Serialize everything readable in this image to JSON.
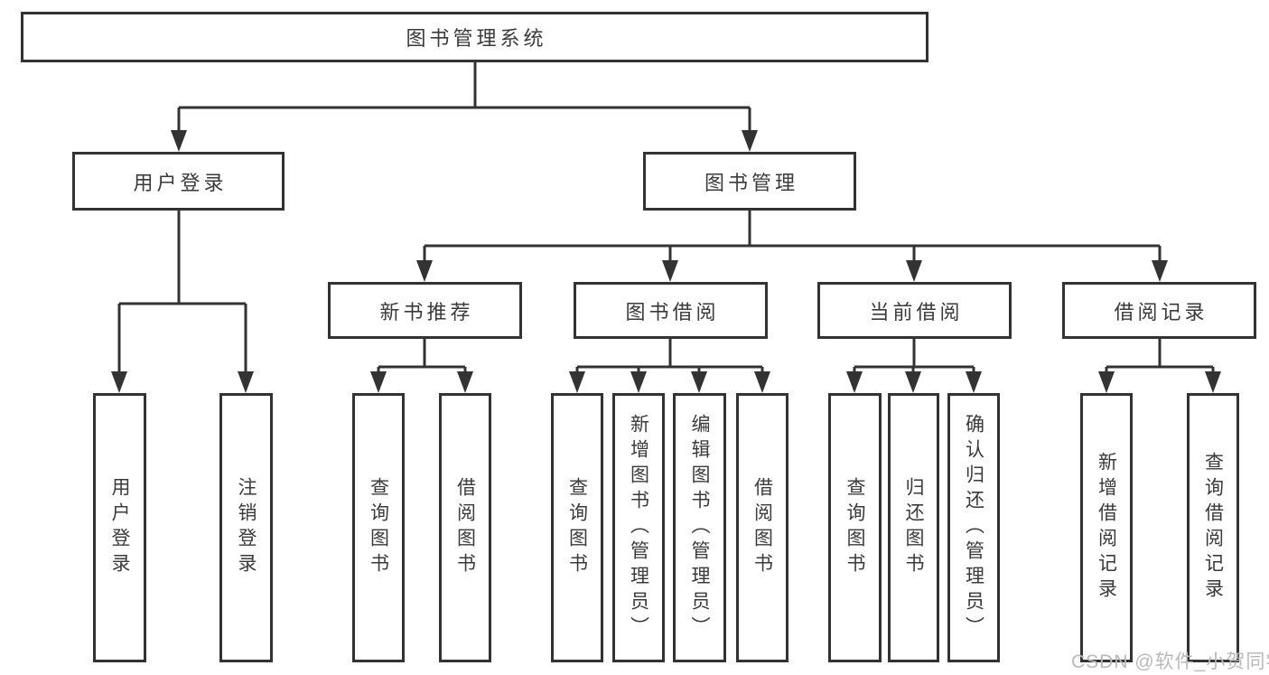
{
  "diagram": {
    "title": "图书管理系统",
    "branches": [
      {
        "label": "用户登录",
        "children": [
          {
            "label": "用户登录"
          },
          {
            "label": "注销登录"
          }
        ]
      },
      {
        "label": "图书管理",
        "children": [
          {
            "label": "新书推荐",
            "children": [
              {
                "label": "查询图书"
              },
              {
                "label": "借阅图书"
              }
            ]
          },
          {
            "label": "图书借阅",
            "children": [
              {
                "label": "查询图书"
              },
              {
                "label": "新增图书（管理员）"
              },
              {
                "label": "编辑图书（管理员）"
              },
              {
                "label": "借阅图书"
              }
            ]
          },
          {
            "label": "当前借阅",
            "children": [
              {
                "label": "查询图书"
              },
              {
                "label": "归还图书"
              },
              {
                "label": "确认归还（管理员）"
              }
            ]
          },
          {
            "label": "借阅记录",
            "children": [
              {
                "label": "新增借阅记录"
              },
              {
                "label": "查询借阅记录"
              }
            ]
          }
        ]
      }
    ]
  },
  "watermark": {
    "text": "CSDN @软件_小贺同学"
  },
  "colors": {
    "line": "#333333",
    "text": "#3a3a3a",
    "watermark": "#b9b9b9",
    "background": "#ffffff"
  }
}
